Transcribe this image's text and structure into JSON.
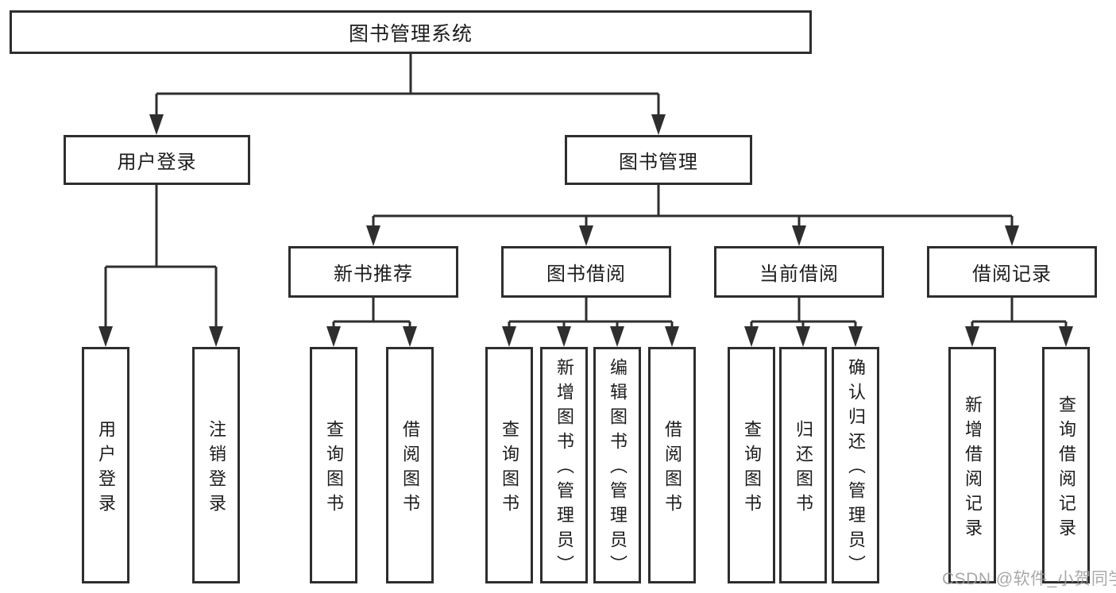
{
  "diagram": {
    "title": "图书管理系统",
    "tree": {
      "label": "图书管理系统",
      "children": [
        {
          "label": "用户登录",
          "children": [
            {
              "label": "用户登录"
            },
            {
              "label": "注销登录"
            }
          ]
        },
        {
          "label": "图书管理",
          "children": [
            {
              "label": "新书推荐",
              "children": [
                {
                  "label": "查询图书"
                },
                {
                  "label": "借阅图书"
                }
              ]
            },
            {
              "label": "图书借阅",
              "children": [
                {
                  "label": "查询图书"
                },
                {
                  "label": "新增图书（管理员）"
                },
                {
                  "label": "编辑图书（管理员）"
                },
                {
                  "label": "借阅图书"
                }
              ]
            },
            {
              "label": "当前借阅",
              "children": [
                {
                  "label": "查询图书"
                },
                {
                  "label": "归还图书"
                },
                {
                  "label": "确认归还（管理员）"
                }
              ]
            },
            {
              "label": "借阅记录",
              "children": [
                {
                  "label": "新增借阅记录"
                },
                {
                  "label": "查询借阅记录"
                }
              ]
            }
          ]
        }
      ]
    },
    "colors": {
      "line": "#2e2e2e",
      "text": "#1c1c1c",
      "box_background": "#ffffff",
      "watermark": "#9d9d9d",
      "page_background": "#ffffff"
    }
  },
  "watermark": {
    "text": "CSDN @软件_小贺同学"
  }
}
